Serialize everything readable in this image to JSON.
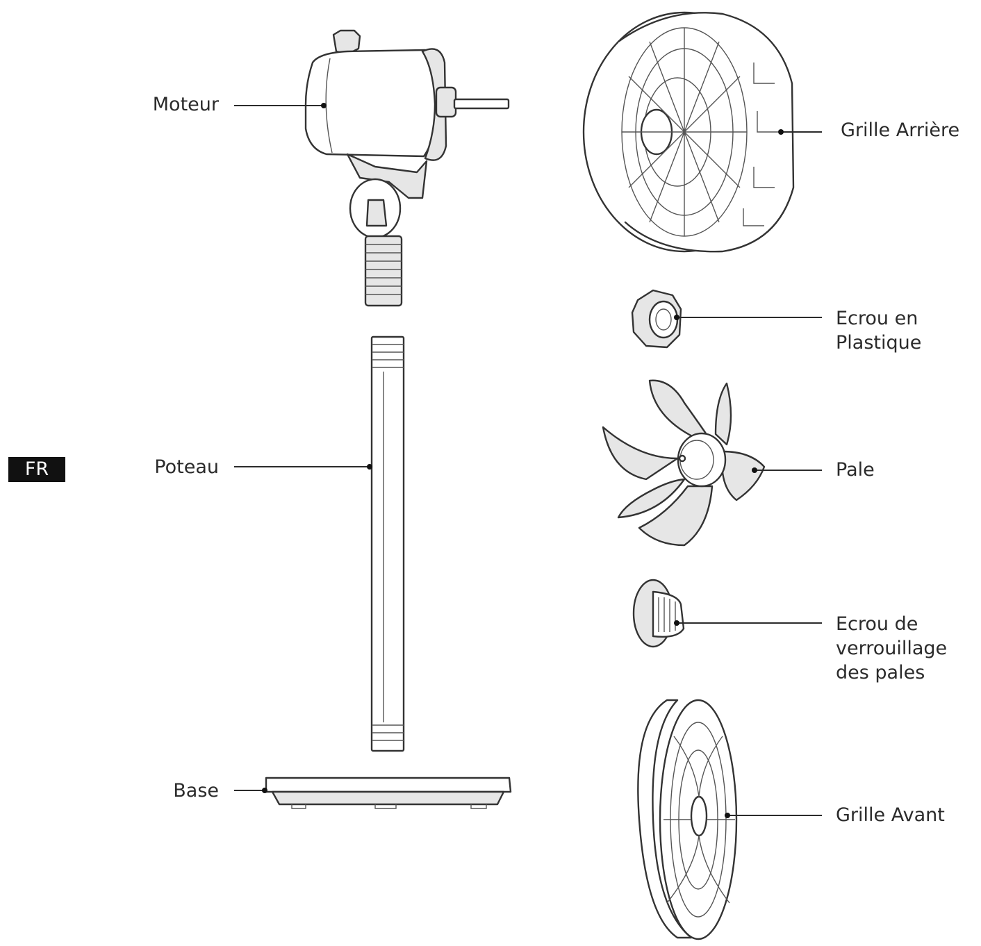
{
  "badge": {
    "language": "FR"
  },
  "parts": {
    "motor": "Moteur",
    "pole": "Poteau",
    "base": "Base",
    "rear_grille": "Grille Arrière",
    "plastic_nut": "Ecrou en\nPlastique",
    "blade": "Pale",
    "blade_lock_nut": "Ecrou de\nverrouillage\ndes pales",
    "front_grille": "Grille Avant"
  }
}
